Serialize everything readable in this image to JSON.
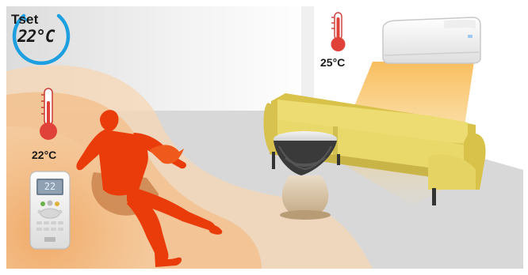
{
  "thermostat": {
    "label": "Tset",
    "value": "22°C"
  },
  "thermometer_person": {
    "reading": "22°C"
  },
  "thermometer_ac": {
    "reading": "25°C"
  },
  "remote": {
    "display": "22"
  },
  "colors": {
    "background": "#e8e8e8",
    "floor": "#d6d6d6",
    "warm_glow": "#f6c89a",
    "person": "#ea3c0a",
    "sofa": "#e9d96a",
    "thermometer_red": "#e0423a",
    "dial_blue": "#1e9fe0",
    "ac_airflow": "#f7b53a"
  }
}
